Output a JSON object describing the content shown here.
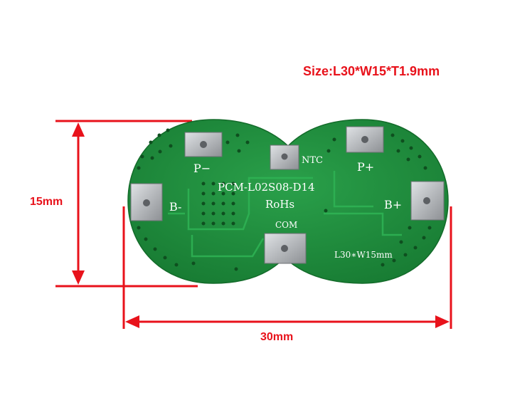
{
  "size_spec": "Size:L30*W15*T1.9mm",
  "height_label": "15mm",
  "width_label": "30mm",
  "board": {
    "model": "PCM-L02S08-D14",
    "rohs": "RoHs",
    "ntc": "NTC",
    "com": "COM",
    "p_minus": "P−",
    "p_plus": "P+",
    "b_minus": "B-",
    "b_plus": "B+",
    "dimension_mark": "L30∗W15mm"
  },
  "colors": {
    "dimension_red": "#e8121b",
    "pcb_green": "#1f8a3c",
    "silkscreen": "#ffffff",
    "pad_silver": "#b9bcc0"
  }
}
